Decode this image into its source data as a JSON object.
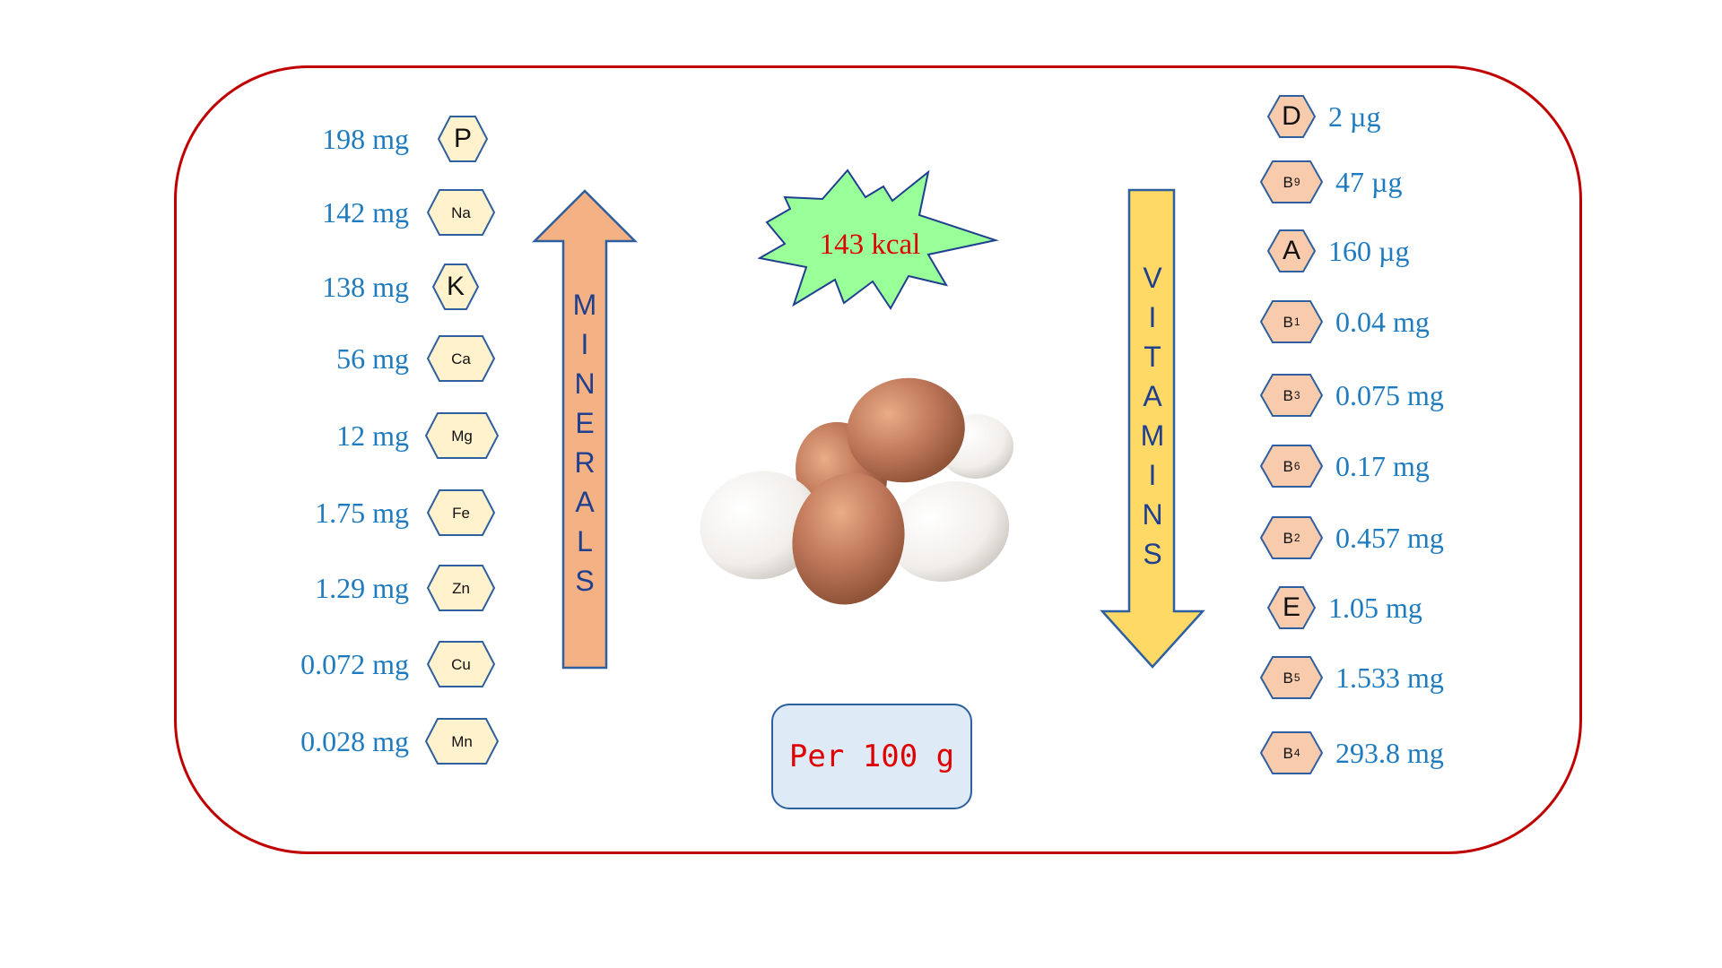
{
  "energy": {
    "label": "143 kcal"
  },
  "serving": {
    "label": "Per 100 g"
  },
  "minerals": {
    "title_letters": [
      "M",
      "I",
      "N",
      "E",
      "R",
      "A",
      "L",
      "S"
    ],
    "items": [
      {
        "value": "198 mg",
        "symbol": "P"
      },
      {
        "value": "142 mg",
        "symbol": "Na"
      },
      {
        "value": "138 mg",
        "symbol": "K"
      },
      {
        "value": "56 mg",
        "symbol": "Ca"
      },
      {
        "value": "12 mg",
        "symbol": "Mg"
      },
      {
        "value": "1.75 mg",
        "symbol": "Fe"
      },
      {
        "value": "1.29 mg",
        "symbol": "Zn"
      },
      {
        "value": "0.072 mg",
        "symbol": "Cu"
      },
      {
        "value": "0.028 mg",
        "symbol": "Mn"
      }
    ]
  },
  "vitamins": {
    "title_letters": [
      "V",
      "I",
      "T",
      "A",
      "M",
      "I",
      "N",
      "S"
    ],
    "items": [
      {
        "value": "2 µg",
        "symbol": "D",
        "sub": ""
      },
      {
        "value": "47 µg",
        "symbol": "B",
        "sub": "9"
      },
      {
        "value": "160 µg",
        "symbol": "A",
        "sub": ""
      },
      {
        "value": "0.04 mg",
        "symbol": "B",
        "sub": "1"
      },
      {
        "value": "0.075 mg",
        "symbol": "B",
        "sub": "3"
      },
      {
        "value": "0.17 mg",
        "symbol": "B",
        "sub": "6"
      },
      {
        "value": "0.457 mg",
        "symbol": "B",
        "sub": "2"
      },
      {
        "value": "1.05 mg",
        "symbol": "E",
        "sub": ""
      },
      {
        "value": "1.533 mg",
        "symbol": "B",
        "sub": "5"
      },
      {
        "value": "293.8 mg",
        "symbol": "B",
        "sub": "4"
      }
    ]
  },
  "colors": {
    "frame": "#c00000",
    "mineral_hex_fill": "#fff2cc",
    "vitamin_hex_fill": "#f8cbad",
    "mineral_arrow": "#f4b183",
    "vitamin_arrow": "#ffd966",
    "burst": "#99ff99",
    "value_text": "#1f7bbf"
  }
}
